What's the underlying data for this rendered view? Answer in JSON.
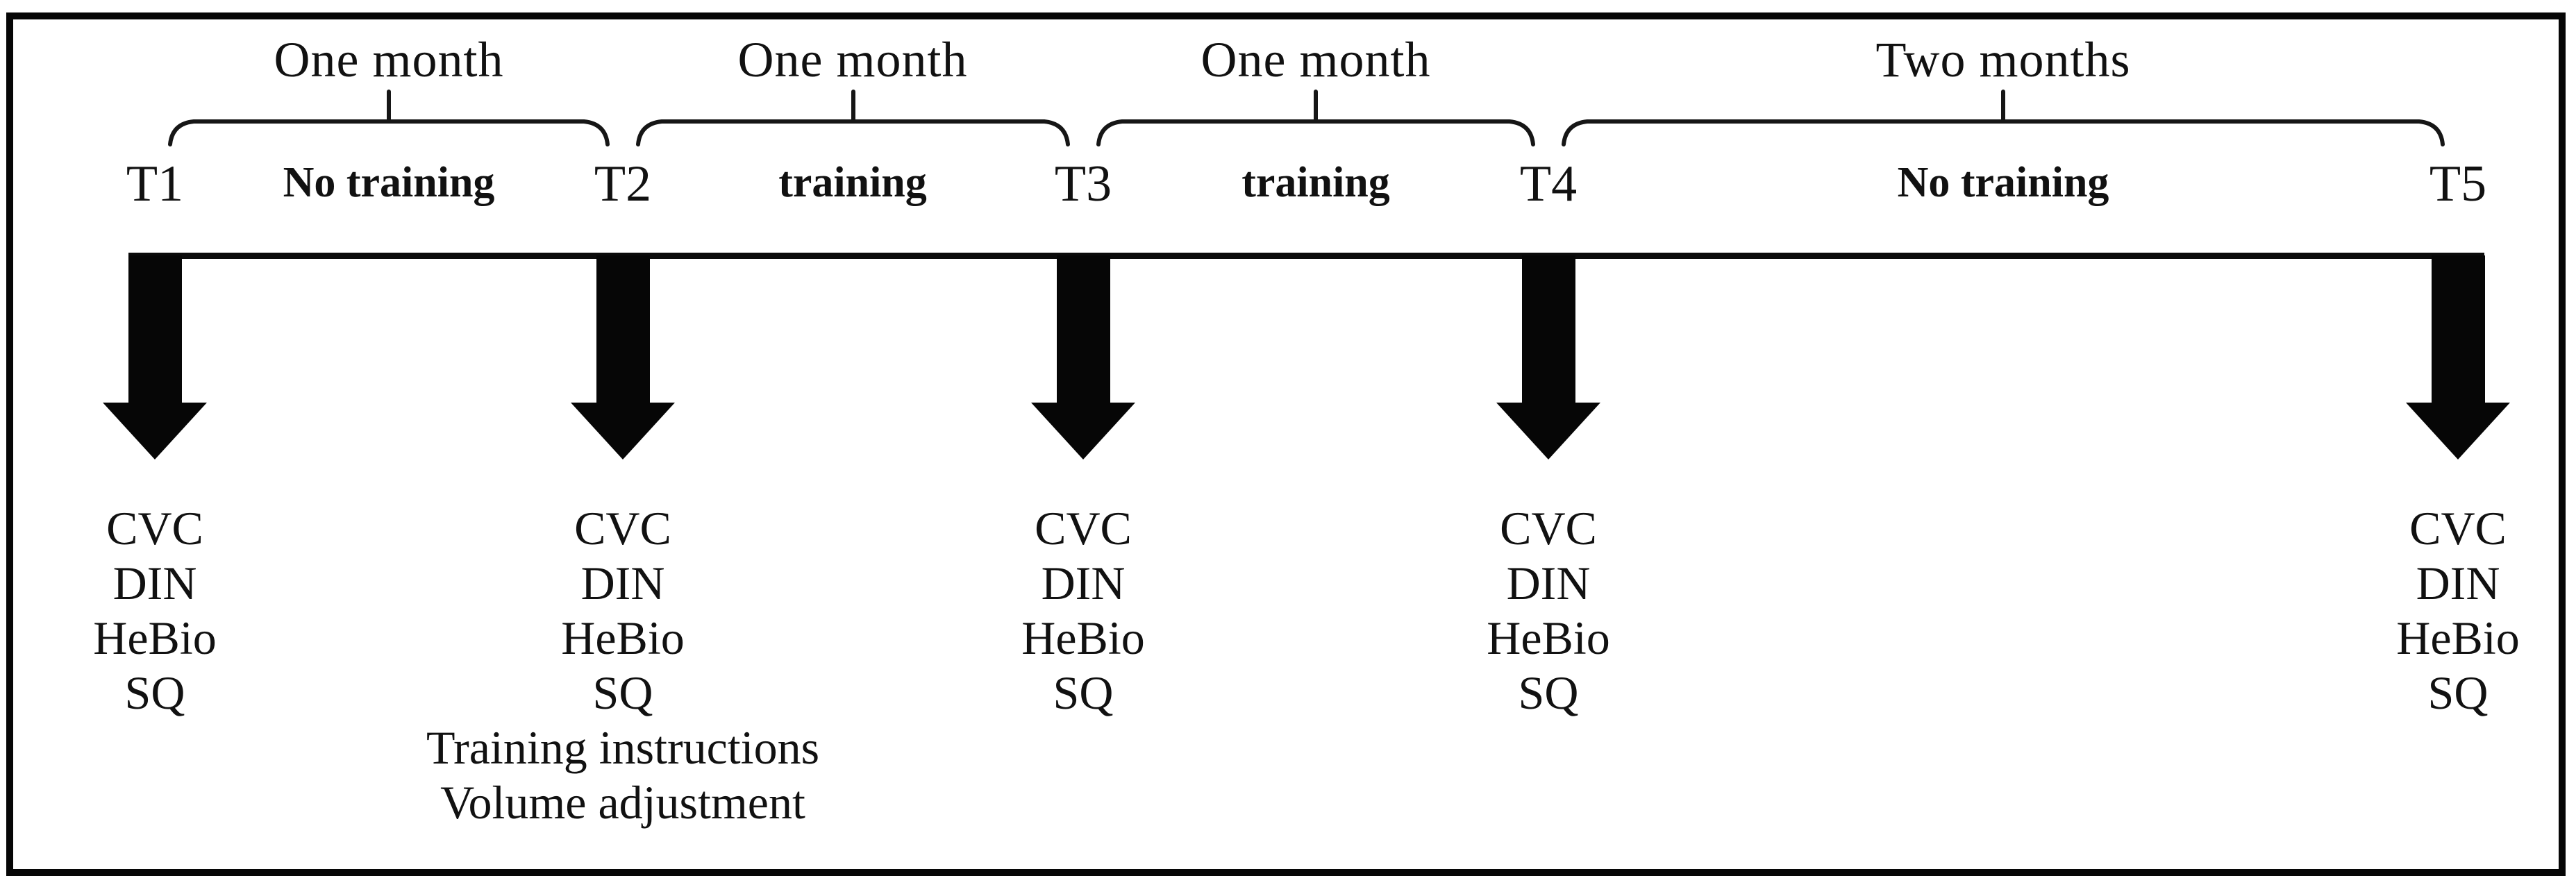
{
  "figure": {
    "type": "study-timeline",
    "colors": {
      "ink": "#111111",
      "background": "#ffffff"
    },
    "intervals": [
      {
        "duration": "One month",
        "activity": "No training"
      },
      {
        "duration": "One month",
        "activity": "training"
      },
      {
        "duration": "One month",
        "activity": "training"
      },
      {
        "duration": "Two months",
        "activity": "No training"
      }
    ],
    "timepoints": [
      {
        "label": "T1",
        "measurements": [
          "CVC",
          "DIN",
          "HeBio",
          "SQ"
        ]
      },
      {
        "label": "T2",
        "measurements": [
          "CVC",
          "DIN",
          "HeBio",
          "SQ"
        ],
        "extras": [
          "Training instructions",
          "Volume adjustment"
        ]
      },
      {
        "label": "T3",
        "measurements": [
          "CVC",
          "DIN",
          "HeBio",
          "SQ"
        ]
      },
      {
        "label": "T4",
        "measurements": [
          "CVC",
          "DIN",
          "HeBio",
          "SQ"
        ]
      },
      {
        "label": "T5",
        "measurements": [
          "CVC",
          "DIN",
          "HeBio",
          "SQ"
        ]
      }
    ]
  }
}
